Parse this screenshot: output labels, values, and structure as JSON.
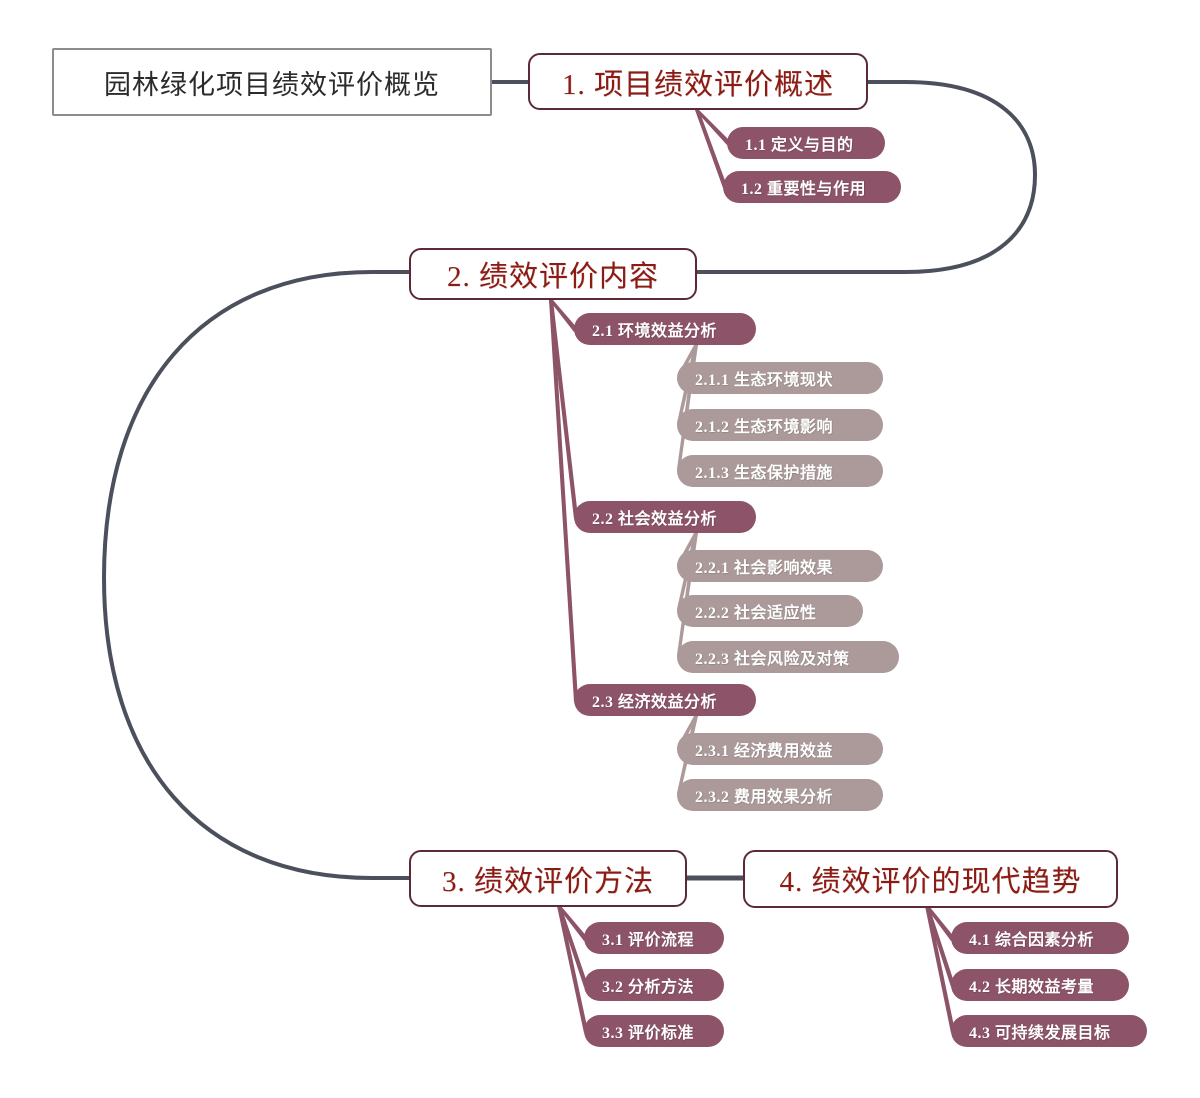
{
  "diagram": {
    "title": "园林绿化项目绩效评价概览",
    "type": "mindmap",
    "colors": {
      "root_border": "#8c8c8c",
      "root_text": "#2b2b2b",
      "level1_border": "#5b2a36",
      "level1_text": "#8c1b14",
      "level2_fill": "#8d5368",
      "level3_fill": "#ab9a99",
      "pill_text": "#ffffff",
      "trunk_line": "#4c4f5c",
      "branch_line": "#8d5368",
      "background": "#ffffff"
    }
  },
  "root": {
    "label": "园林绿化项目绩效评价概览"
  },
  "branches": [
    {
      "id": "s1",
      "label": "1.  项目绩效评价概述",
      "children": [
        {
          "id": "s1-1",
          "label": "1.1 定义与目的",
          "children": []
        },
        {
          "id": "s1-2",
          "label": "1.2 重要性与作用",
          "children": []
        }
      ]
    },
    {
      "id": "s2",
      "label": "2.  绩效评价内容",
      "children": [
        {
          "id": "s2-1",
          "label": "2.1 环境效益分析",
          "children": [
            {
              "id": "s2-1-1",
              "label": "2.1.1 生态环境现状"
            },
            {
              "id": "s2-1-2",
              "label": "2.1.2 生态环境影响"
            },
            {
              "id": "s2-1-3",
              "label": "2.1.3 生态保护措施"
            }
          ]
        },
        {
          "id": "s2-2",
          "label": "2.2 社会效益分析",
          "children": [
            {
              "id": "s2-2-1",
              "label": "2.2.1 社会影响效果"
            },
            {
              "id": "s2-2-2",
              "label": "2.2.2 社会适应性"
            },
            {
              "id": "s2-2-3",
              "label": "2.2.3 社会风险及对策"
            }
          ]
        },
        {
          "id": "s2-3",
          "label": "2.3 经济效益分析",
          "children": [
            {
              "id": "s2-3-1",
              "label": "2.3.1 经济费用效益"
            },
            {
              "id": "s2-3-2",
              "label": "2.3.2 费用效果分析"
            }
          ]
        }
      ]
    },
    {
      "id": "s3",
      "label": "3.  绩效评价方法",
      "children": [
        {
          "id": "s3-1",
          "label": "3.1 评价流程",
          "children": []
        },
        {
          "id": "s3-2",
          "label": "3.2 分析方法",
          "children": []
        },
        {
          "id": "s3-3",
          "label": "3.3 评价标准",
          "children": []
        }
      ]
    },
    {
      "id": "s4",
      "label": "4.  绩效评价的现代趋势",
      "children": [
        {
          "id": "s4-1",
          "label": "4.1 综合因素分析",
          "children": []
        },
        {
          "id": "s4-2",
          "label": "4.2 长期效益考量",
          "children": []
        },
        {
          "id": "s4-3",
          "label": "4.3 可持续发展目标",
          "children": []
        }
      ]
    }
  ]
}
